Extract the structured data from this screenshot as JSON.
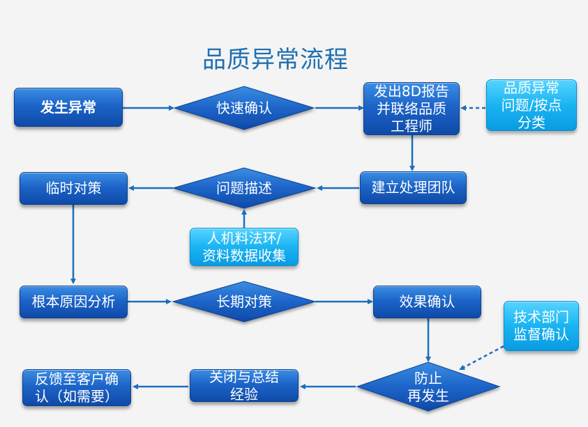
{
  "title": "品质异常流程",
  "nodes": {
    "occur": "发生异常",
    "quick_confirm": "快速确认",
    "issue_8d": "发出8D报告\n并联络品质\n工程师",
    "classify": "品质异常\n问题/按点\n分类",
    "temp_measure": "临时对策",
    "describe": "问题描述",
    "build_team": "建立处理团队",
    "collect": "人机料法环/\n资料数据收集",
    "root_cause": "根本原因分析",
    "long_term": "长期对策",
    "effect_confirm": "效果确认",
    "tech_supervise": "技术部门\n监督确认",
    "feedback": "反馈至客户确\n认（如需要）",
    "close": "关闭与总结\n经验",
    "prevent": "防止\n再发生"
  },
  "colors": {
    "dark_box": "#1d64c8",
    "light_box": "#1ab4f2",
    "arrow": "#1a6fc0",
    "title": "#1f6fb0",
    "background": "#f4f4f4"
  }
}
